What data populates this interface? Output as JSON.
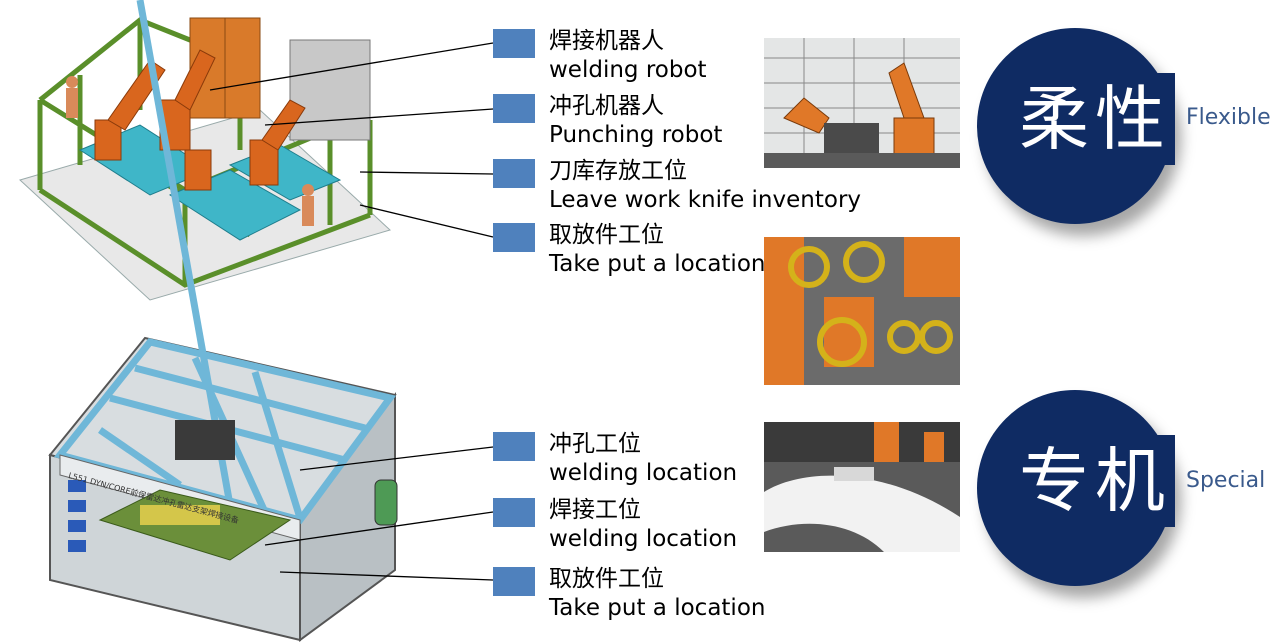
{
  "groups": [
    {
      "items": [
        {
          "zh": "焊接机器人",
          "en": "welding robot"
        },
        {
          "zh": "冲孔机器人",
          "en": "Punching robot"
        },
        {
          "zh": "刀库存放工位",
          "en": "Leave work knife inventory"
        },
        {
          "zh": "取放件工位",
          "en": "Take put a location"
        }
      ]
    },
    {
      "items": [
        {
          "zh": "冲孔工位",
          "en": "welding location"
        },
        {
          "zh": "焊接工位",
          "en": "welding location"
        },
        {
          "zh": "取放件工位",
          "en": "Take put a location"
        }
      ]
    }
  ],
  "badges": [
    {
      "zh": "柔性",
      "en": "Flexible"
    },
    {
      "zh": "专机",
      "en": "Special"
    }
  ],
  "machine_sign": "L551 DYN/CORE前保雷达冲孔雷达支架焊接设备",
  "colors": {
    "square": "#4f81bd",
    "badge": "#0f2b63",
    "badge_label": "#3a5a8c",
    "frame_green": "#5a8f2a",
    "robot_orange": "#d9661e",
    "fixture_cyan": "#3fb6c8",
    "frame_blue": "#6fb7d8"
  }
}
